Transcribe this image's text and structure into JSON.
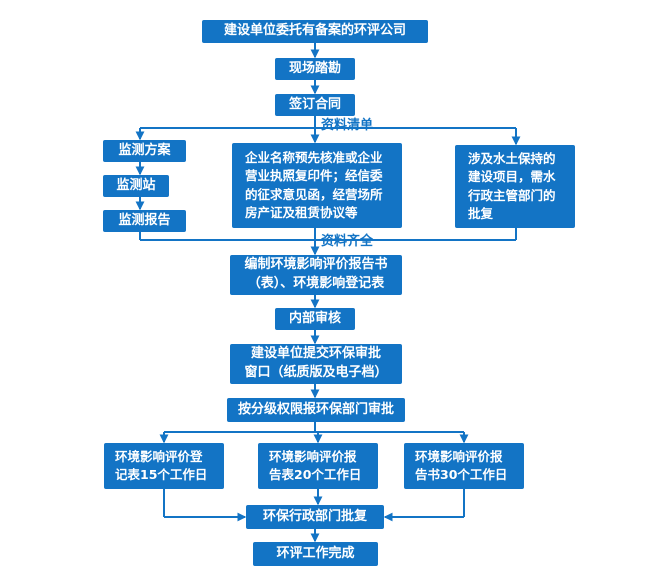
{
  "colors": {
    "primary": "#1374c5",
    "node_text": "#ffffff"
  },
  "flowchart": {
    "nodes": {
      "entrust": "建设单位委托有备案的环评公司",
      "site_survey": "现场踏勘",
      "sign_contract": "签订合同",
      "monitor_plan": "监测方案",
      "monitor_station": "监测站",
      "monitor_report": "监测报告",
      "enterprise_docs": "企业名称预先核准或企业\n营业执照复印件；经信委\n的征求意见函，经营场所\n房产证及租赁协议等",
      "water_approval": "涉及水土保持的\n建设项目，需水\n行政主管部门的\n批复",
      "compile_report": "编制环境影响评价报告书\n（表）、环境影响登记表",
      "internal_review": "内部审核",
      "submit_window": "建设单位提交环保审批\n窗口（纸质版及电子档）",
      "hierarchical_approval": "按分级权限报环保部门审批",
      "registration_form_15": "环境影响评价登\n记表15个工作日",
      "report_form_20": "环境影响评价报\n告表20个工作日",
      "report_book_30": "环境影响评价报\n告书30个工作日",
      "admin_reply": "环保行政部门批复",
      "work_complete": "环评工作完成"
    },
    "edge_labels": {
      "materials_list": "资料清单",
      "materials_complete": "资料齐全"
    }
  }
}
